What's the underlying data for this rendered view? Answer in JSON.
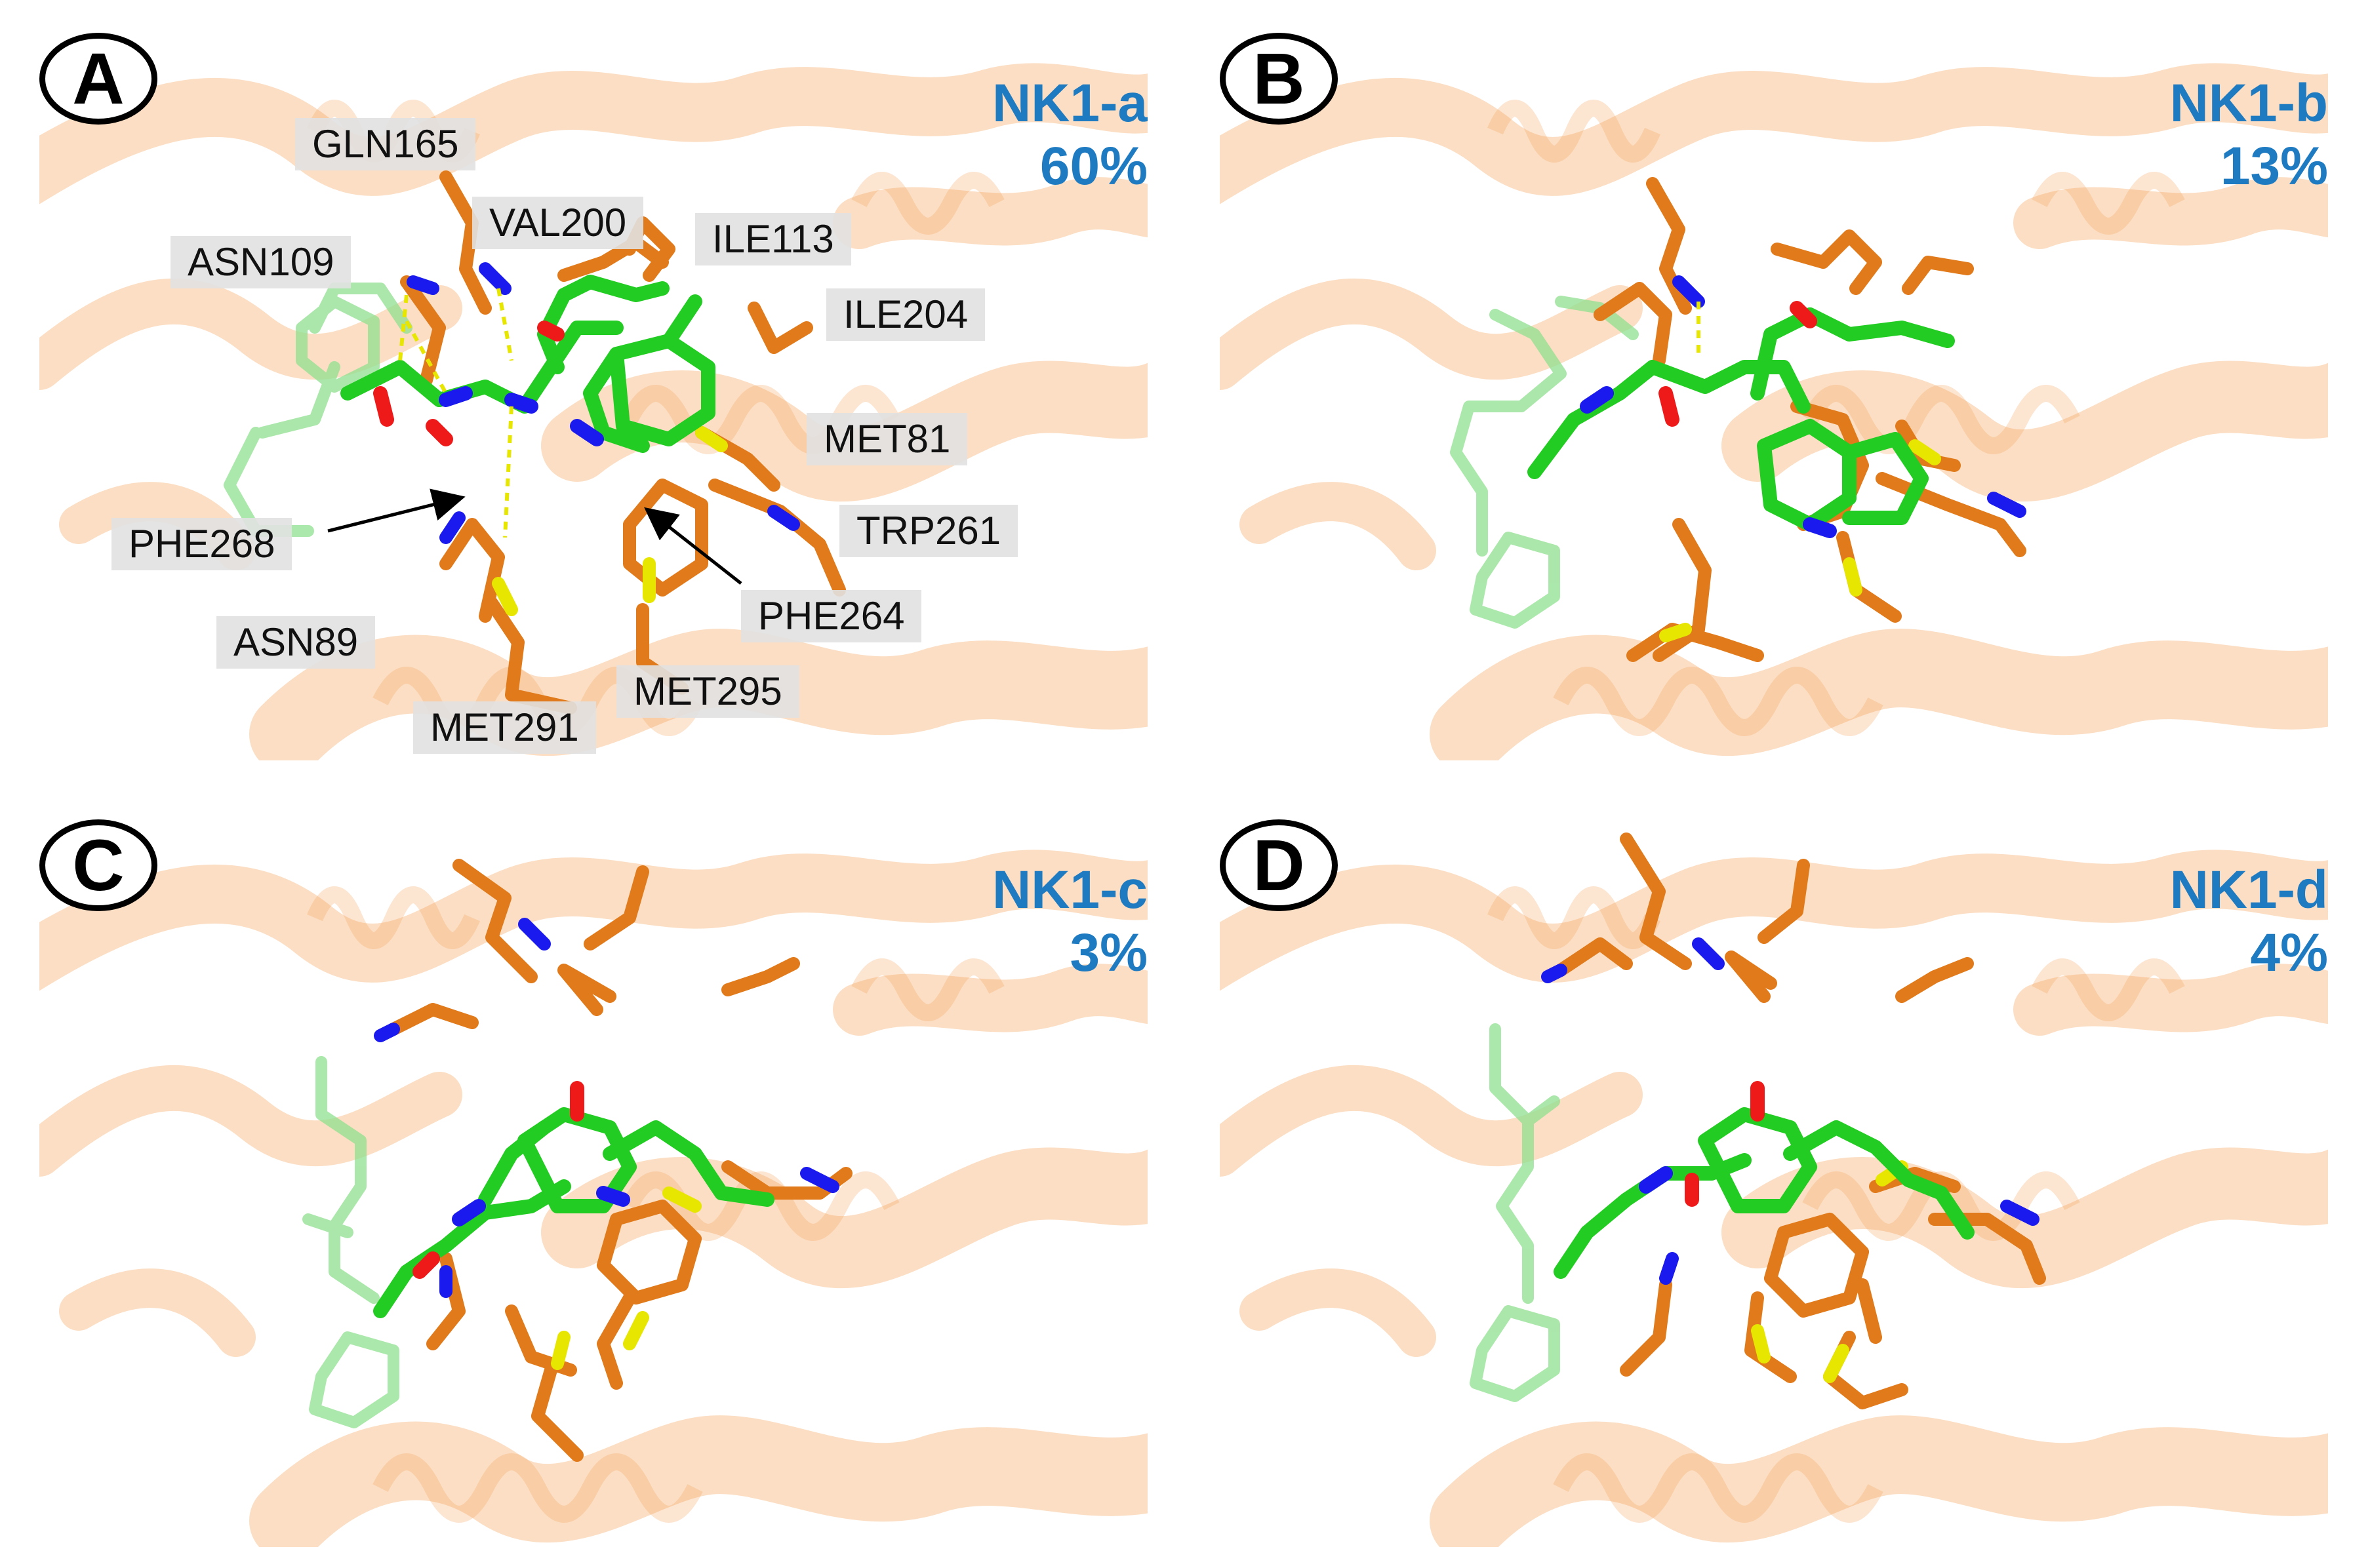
{
  "panels": [
    {
      "letter": "A",
      "name": "NK1-a",
      "percent": "60%"
    },
    {
      "letter": "B",
      "name": "NK1-b",
      "percent": "13%"
    },
    {
      "letter": "C",
      "name": "NK1-c",
      "percent": "3%"
    },
    {
      "letter": "D",
      "name": "NK1-d",
      "percent": "4%"
    }
  ],
  "residue_labels": {
    "gln165": "GLN165",
    "val200": "VAL200",
    "ile113": "ILE113",
    "asn109": "ASN109",
    "ile204": "ILE204",
    "met81": "MET81",
    "trp261": "TRP261",
    "phe268": "PHE268",
    "phe264": "PHE264",
    "asn89": "ASN89",
    "met295": "MET295",
    "met291": "MET291"
  },
  "colors": {
    "helix": "#f4a35a",
    "residue_carbon": "#e07a1a",
    "ligand_carbon": "#22cc22",
    "nitrogen": "#1a1aee",
    "oxygen": "#ee1a1a",
    "sulfur": "#e6e600",
    "title": "#1f7bc1"
  }
}
